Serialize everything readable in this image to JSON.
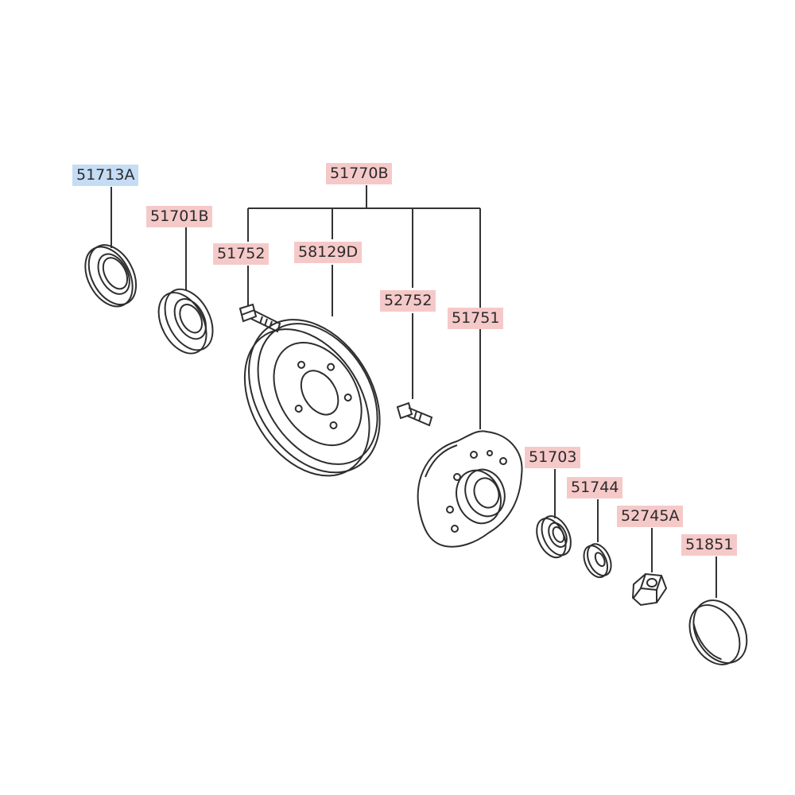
{
  "diagram": {
    "labels": {
      "p51713A": "51713A",
      "p51701B": "51701B",
      "p51770B": "51770B",
      "p51752": "51752",
      "p58129D": "58129D",
      "p52752": "52752",
      "p51751": "51751",
      "p51703": "51703",
      "p51744": "51744",
      "p52745A": "52745A",
      "p51851": "51851"
    },
    "colors": {
      "label_highlight": "#f6c9c9",
      "label_selected": "#c5dcf5",
      "line": "#2e2e2e",
      "background": "#ffffff"
    }
  }
}
